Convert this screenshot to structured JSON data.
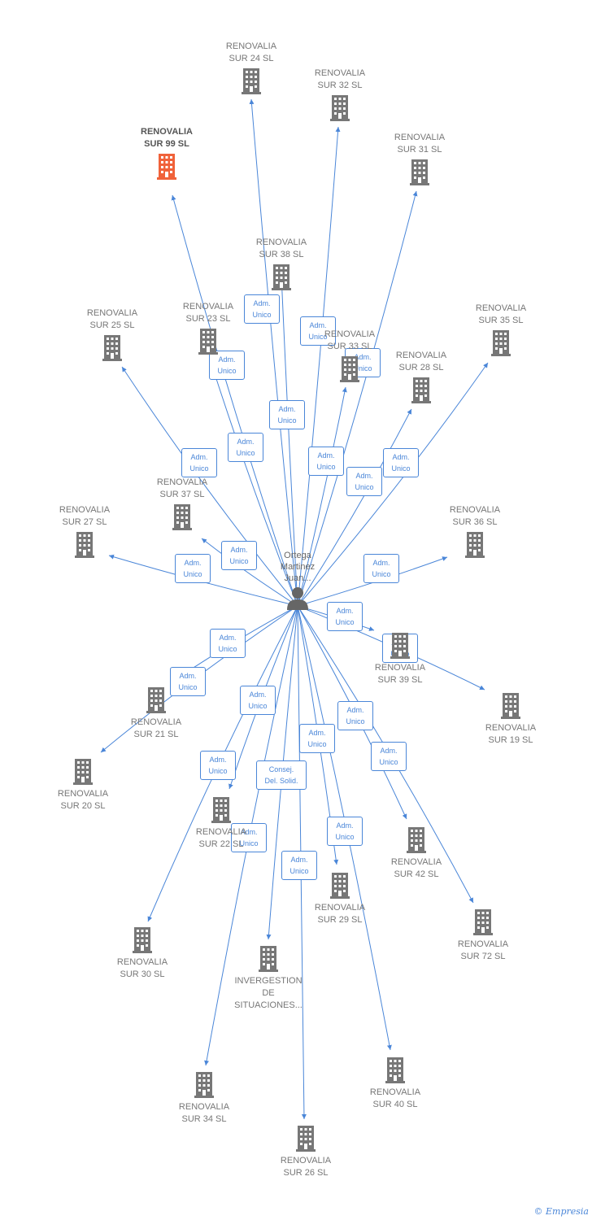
{
  "center": {
    "name": "Ortega\nMartinez\nJuan..."
  },
  "nodes": [
    {
      "id": "n24",
      "label": "RENOVALIA\nSUR 24  SL"
    },
    {
      "id": "n32",
      "label": "RENOVALIA\nSUR 32  SL"
    },
    {
      "id": "n99",
      "label": "RENOVALIA\nSUR 99  SL",
      "highlight": true
    },
    {
      "id": "n31",
      "label": "RENOVALIA\nSUR 31  SL"
    },
    {
      "id": "n38",
      "label": "RENOVALIA\nSUR 38  SL"
    },
    {
      "id": "n25",
      "label": "RENOVALIA\nSUR 25  SL"
    },
    {
      "id": "n23",
      "label": "RENOVALIA\nSUR 23  SL"
    },
    {
      "id": "n33",
      "label": "RENOVALIA\nSUR 33  SL"
    },
    {
      "id": "n35",
      "label": "RENOVALIA\nSUR 35  SL"
    },
    {
      "id": "n28",
      "label": "RENOVALIA\nSUR 28  SL"
    },
    {
      "id": "n37",
      "label": "RENOVALIA\nSUR 37  SL"
    },
    {
      "id": "n27",
      "label": "RENOVALIA\nSUR 27  SL"
    },
    {
      "id": "n36",
      "label": "RENOVALIA\nSUR 36  SL"
    },
    {
      "id": "n39",
      "label": "RENOVALIA\nSUR 39  SL"
    },
    {
      "id": "n19",
      "label": "RENOVALIA\nSUR 19  SL"
    },
    {
      "id": "n21",
      "label": "RENOVALIA\nSUR 21  SL"
    },
    {
      "id": "n20",
      "label": "RENOVALIA\nSUR 20  SL"
    },
    {
      "id": "n22",
      "label": "RENOVALIA\nSUR 22  SL"
    },
    {
      "id": "n42",
      "label": "RENOVALIA\nSUR 42  SL"
    },
    {
      "id": "n29",
      "label": "RENOVALIA\nSUR 29  SL"
    },
    {
      "id": "n72",
      "label": "RENOVALIA\nSUR 72  SL"
    },
    {
      "id": "n30",
      "label": "RENOVALIA\nSUR 30  SL"
    },
    {
      "id": "ninv",
      "label": "INVERGESTION\nDE\nSITUACIONES..."
    },
    {
      "id": "n40",
      "label": "RENOVALIA\nSUR 40  SL"
    },
    {
      "id": "n34",
      "label": "RENOVALIA\nSUR 34  SL"
    },
    {
      "id": "n26",
      "label": "RENOVALIA\nSUR 26  SL"
    }
  ],
  "edge_labels": {
    "adm": "Adm.\nUnico",
    "consej": "Consej.\nDel. Solid."
  },
  "colors": {
    "edge": "#4a86d8",
    "building": "#777777",
    "highlight": "#f0623a",
    "person": "#666666"
  },
  "footer": {
    "copyright": "©",
    "brand": "Empresia"
  }
}
